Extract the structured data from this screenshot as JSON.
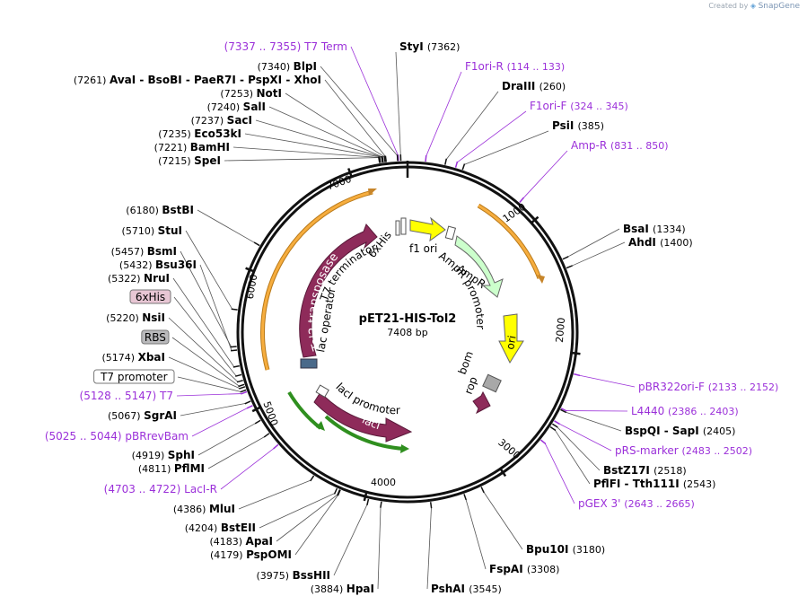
{
  "credit": {
    "prefix": "Created by",
    "brand": "SnapGene"
  },
  "plasmid": {
    "name": "pET21-HIS-Tol2",
    "length_label": "7408 bp"
  },
  "colors": {
    "site_color": "#000000",
    "primer_color": "#9b30d9",
    "feature_magenta": "#8e2b5a",
    "ori_yellow": "#ffff00",
    "ampr_green": "#ccffcc",
    "arrow_orange": "#f0a020",
    "arrow_green": "#33aa22",
    "rop_gray": "#a8a8a8",
    "his_pink": "#e8c6d4",
    "rbs_gray": "#b9b9bb"
  },
  "ticks": [
    {
      "pos": 1000,
      "label": "1000"
    },
    {
      "pos": 2000,
      "label": "2000"
    },
    {
      "pos": 3000,
      "label": "3000"
    },
    {
      "pos": 4000,
      "label": "4000"
    },
    {
      "pos": 5000,
      "label": "5000"
    },
    {
      "pos": 6000,
      "label": "6000"
    },
    {
      "pos": 7000,
      "label": "7000"
    }
  ],
  "left_labels": [
    {
      "kind": "primer",
      "coord": "(7337 .. 7355)",
      "name": "T7 Term"
    },
    {
      "kind": "site",
      "coord": "(7340)",
      "name": "BlpI"
    },
    {
      "kind": "multi",
      "coord": "(7261)",
      "name": "AvaI  -  BsoBI  -  PaeR7I  -  PspXI  -  XhoI"
    },
    {
      "kind": "site",
      "coord": "(7253)",
      "name": "NotI"
    },
    {
      "kind": "site",
      "coord": "(7240)",
      "name": "SalI"
    },
    {
      "kind": "site",
      "coord": "(7237)",
      "name": "SacI"
    },
    {
      "kind": "site",
      "coord": "(7235)",
      "name": "Eco53kI"
    },
    {
      "kind": "site",
      "coord": "(7221)",
      "name": "BamHI"
    },
    {
      "kind": "site",
      "coord": "(7215)",
      "name": "SpeI"
    },
    {
      "kind": "site",
      "coord": "(6180)",
      "name": "BstBI"
    },
    {
      "kind": "site",
      "coord": "(5710)",
      "name": "StuI"
    },
    {
      "kind": "site",
      "coord": "(5457)",
      "name": "BsmI"
    },
    {
      "kind": "site",
      "coord": "(5432)",
      "name": "Bsu36I"
    },
    {
      "kind": "site",
      "coord": "(5322)",
      "name": "NruI"
    },
    {
      "kind": "boxed",
      "coord": "",
      "name": "6xHis"
    },
    {
      "kind": "site",
      "coord": "(5220)",
      "name": "NsiI"
    },
    {
      "kind": "boxed",
      "coord": "",
      "name": "RBS"
    },
    {
      "kind": "site",
      "coord": "(5174)",
      "name": "XbaI"
    },
    {
      "kind": "boxed",
      "coord": "",
      "name": "T7 promoter"
    },
    {
      "kind": "primer",
      "coord": "(5128 .. 5147)",
      "name": "T7"
    },
    {
      "kind": "site",
      "coord": "(5067)",
      "name": "SgrAI"
    },
    {
      "kind": "primer",
      "coord": "(5025 .. 5044)",
      "name": "pBRrevBam"
    },
    {
      "kind": "site",
      "coord": "(4919)",
      "name": "SphI"
    },
    {
      "kind": "site",
      "coord": "(4811)",
      "name": "PflMI"
    },
    {
      "kind": "primer",
      "coord": "(4703 .. 4722)",
      "name": "LacI-R"
    },
    {
      "kind": "site",
      "coord": "(4386)",
      "name": "MluI"
    },
    {
      "kind": "site",
      "coord": "(4204)",
      "name": "BstEII"
    },
    {
      "kind": "site",
      "coord": "(4183)",
      "name": "ApaI"
    },
    {
      "kind": "site",
      "coord": "(4179)",
      "name": "PspOMI"
    },
    {
      "kind": "site",
      "coord": "(3975)",
      "name": "BssHII"
    },
    {
      "kind": "site",
      "coord": "(3884)",
      "name": "HpaI"
    }
  ],
  "right_labels": [
    {
      "kind": "site",
      "name": "StyI",
      "coord": "(7362)"
    },
    {
      "kind": "primer",
      "name": "F1ori-R",
      "coord": "(114 .. 133)"
    },
    {
      "kind": "site",
      "name": "DraIII",
      "coord": "(260)"
    },
    {
      "kind": "primer",
      "name": "F1ori-F",
      "coord": "(324 .. 345)"
    },
    {
      "kind": "site",
      "name": "PsiI",
      "coord": "(385)"
    },
    {
      "kind": "primer",
      "name": "Amp-R",
      "coord": "(831 .. 850)"
    },
    {
      "kind": "site",
      "name": "BsaI",
      "coord": "(1334)"
    },
    {
      "kind": "site",
      "name": "AhdI",
      "coord": "(1400)"
    },
    {
      "kind": "primer",
      "name": "pBR322ori-F",
      "coord": "(2133 .. 2152)"
    },
    {
      "kind": "primer",
      "name": "L4440",
      "coord": "(2386 .. 2403)"
    },
    {
      "kind": "multi",
      "name": "BspQI  -  SapI",
      "coord": "(2405)"
    },
    {
      "kind": "primer",
      "name": "pRS-marker",
      "coord": "(2483 .. 2502)"
    },
    {
      "kind": "site",
      "name": "BstZ17I",
      "coord": "(2518)"
    },
    {
      "kind": "multi",
      "name": "PflFI  -  Tth111I",
      "coord": "(2543)"
    },
    {
      "kind": "primer",
      "name": "pGEX 3'",
      "coord": "(2643 .. 2665)"
    },
    {
      "kind": "site",
      "name": "Bpu10I",
      "coord": "(3180)"
    },
    {
      "kind": "site",
      "name": "FspAI",
      "coord": "(3308)"
    },
    {
      "kind": "site",
      "name": "PshAI",
      "coord": "(3545)"
    }
  ],
  "feature_labels": {
    "f1ori": "f1 ori",
    "ampr": "AmpR",
    "ampr_promoter": "AmpR promoter",
    "ori": "ori",
    "bom": "bom",
    "rop": "rop",
    "laci": "lacI",
    "laci_promoter": "lacI promoter",
    "lac_operator": "lac operator",
    "tol2": "Tol2 transposase",
    "t7_terminator": "T7 terminator",
    "his": "6xHis"
  }
}
